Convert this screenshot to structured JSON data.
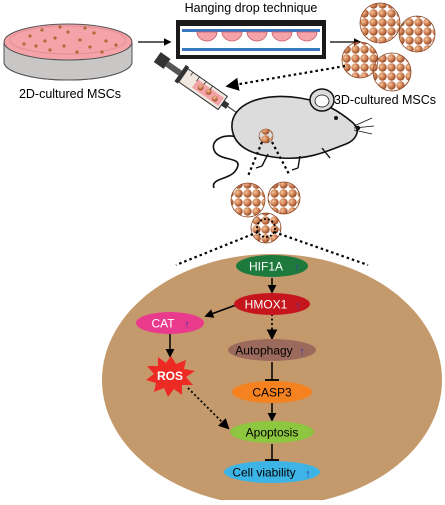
{
  "labels": {
    "cultured_2d": "2D-cultured MSCs",
    "hanging_drop": "Hanging drop technique",
    "cultured_3d": "3D-cultured MSCs"
  },
  "nodes": {
    "hif1a": "HIF1A",
    "hmox1": "HMOX1",
    "cat": "CAT",
    "ros": "ROS",
    "autophagy": "Autophagy",
    "casp3": "CASP3",
    "apoptosis": "Apoptosis",
    "cell_viability": "Cell viability"
  },
  "up_arrow": "↑",
  "colors": {
    "hif1a": "#1e7a3c",
    "hmox1": "#c5161d",
    "cat": "#ea3a8e",
    "ros": "#ee2a24",
    "autophagy": "#9b6a5c",
    "casp3": "#f5821f",
    "apoptosis": "#8dc63f",
    "cell_viability": "#3cb4e6",
    "cell_body": "#c49a6c",
    "spheroid": "#c87a4a",
    "dish_pink": "#f4a3a8",
    "up_arrow": "#3b3aa8"
  }
}
